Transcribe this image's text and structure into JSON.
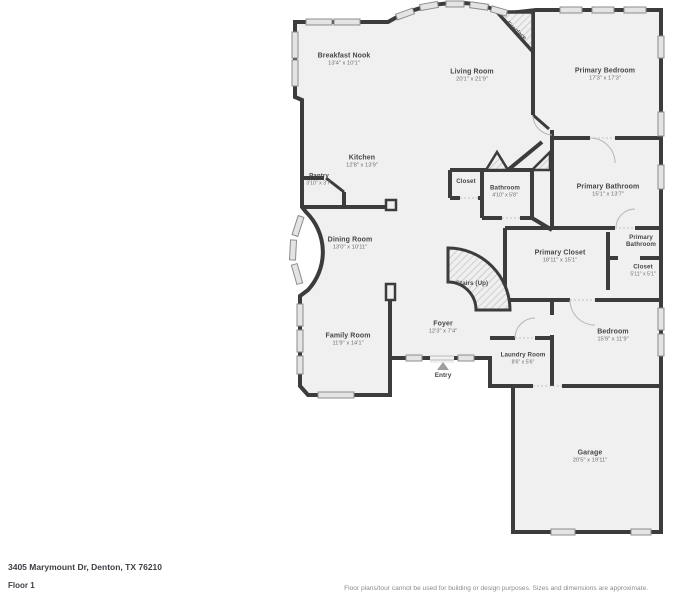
{
  "plan": {
    "rooms": [
      {
        "name": "Breakfast Nook",
        "dims": "13'4\" x 10'1\""
      },
      {
        "name": "Living Room",
        "dims": "20'1\" x 21'9\""
      },
      {
        "name": "Primary Bedroom",
        "dims": "17'3\" x 17'3\""
      },
      {
        "name": "Kitchen",
        "dims": "12'8\" x 13'9\""
      },
      {
        "name": "Pantry",
        "dims": "3'10\" x 3'7\""
      },
      {
        "name": "Closet"
      },
      {
        "name": "Bathroom",
        "dims": "4'10\" x 5'8\""
      },
      {
        "name": "Primary Bathroom",
        "dims": "15'1\" x 13'7\""
      },
      {
        "name": "Dining Room",
        "dims": "13'0\" x 10'11\""
      },
      {
        "name": "Primary Closet",
        "dims": "18'11\" x 15'1\""
      },
      {
        "name": "Primary Bathroom"
      },
      {
        "name": "Closet",
        "dims": "5'11\" x 5'1\""
      },
      {
        "name": "Stairs (Up)"
      },
      {
        "name": "Foyer",
        "dims": "12'3\" x 7'4\""
      },
      {
        "name": "Family Room",
        "dims": "11'9\" x 14'1\""
      },
      {
        "name": "Bedroom",
        "dims": "15'9\" x 11'9\""
      },
      {
        "name": "Laundry Room",
        "dims": "8'6\" x 5'6\""
      },
      {
        "name": "Garage",
        "dims": "20'5\" x 19'11\""
      }
    ],
    "markers": {
      "entry": "Entry",
      "fireplace": "Fireplace"
    },
    "colors": {
      "wall": "#3c3c3c",
      "room_fill": "#f0f0f0",
      "window_fill": "#e4e4e4",
      "label_text": "#474747",
      "dims_text": "#6e6e6e",
      "entry_marker": "#9e9e9e",
      "hatch_line": "#c4c4c4"
    }
  },
  "footer": {
    "address": "3405 Marymount Dr, Denton, TX 76210",
    "floor_label": "Floor 1",
    "disclaimer": "Floor plans/tour cannot be used for building or design purposes. Sizes and dimensions are approximate."
  }
}
